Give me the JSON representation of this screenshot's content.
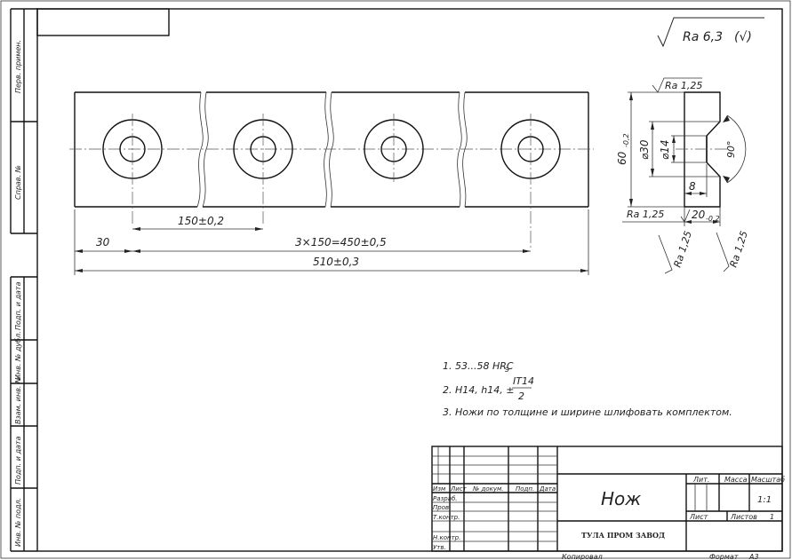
{
  "roughness": {
    "main": "Ra 6,3",
    "suffix": "(√)"
  },
  "side_strip": [
    "Перв. примен.",
    "Справ. №",
    "Подп. и дата",
    "Инв. № дубл.",
    "Взам. инв. №",
    "Подп. и дата",
    "Инв. № подл."
  ],
  "plan_dims": {
    "pitch": "150±0,2",
    "edge": "30",
    "chain": "3×150=450±0,5",
    "overall": "510±0,3"
  },
  "section_dims": {
    "height": "60",
    "height_tol": "-0,2",
    "d_outer": "⌀30",
    "d_inner": "⌀14",
    "depth": "8",
    "width": "20",
    "width_tol": "-0,2",
    "angle": "90°"
  },
  "section_roughness": {
    "top": "Ra 1,25",
    "left": "Ra 1,25",
    "bottom_left": "Ra 1,25",
    "bottom_right": "Ra 1,25"
  },
  "notes": {
    "n1_pre": "1. 53...58 HRC",
    "n1_sub": "Э",
    "n2_pre": "2. H14, h14, ±",
    "n2_num": "IT14",
    "n2_den": "2",
    "n3": "3. Ножи по толщине и ширине шлифовать комплектом."
  },
  "title_block": {
    "name": "Нож",
    "org": "ТУЛА ПРОМ ЗАВОД",
    "hdr_izm": "Изм",
    "hdr_list": "Лист",
    "hdr_doc": "№ докум.",
    "hdr_podp": "Подп.",
    "hdr_data": "Дата",
    "r_razrab": "Разраб.",
    "r_prov": "Пров.",
    "r_tkontr": "Т.контр.",
    "r_nkontr": "Н.контр.",
    "r_utv": "Утв.",
    "lit": "Лит.",
    "massa": "Масса",
    "masshtab": "Масштаб",
    "scale_val": "1:1",
    "list_lbl": "Лист",
    "listov_lbl": "Листов",
    "listov_val": "1",
    "kopiroval": "Копировал",
    "format_lbl": "Формат",
    "format_val": "А3"
  }
}
